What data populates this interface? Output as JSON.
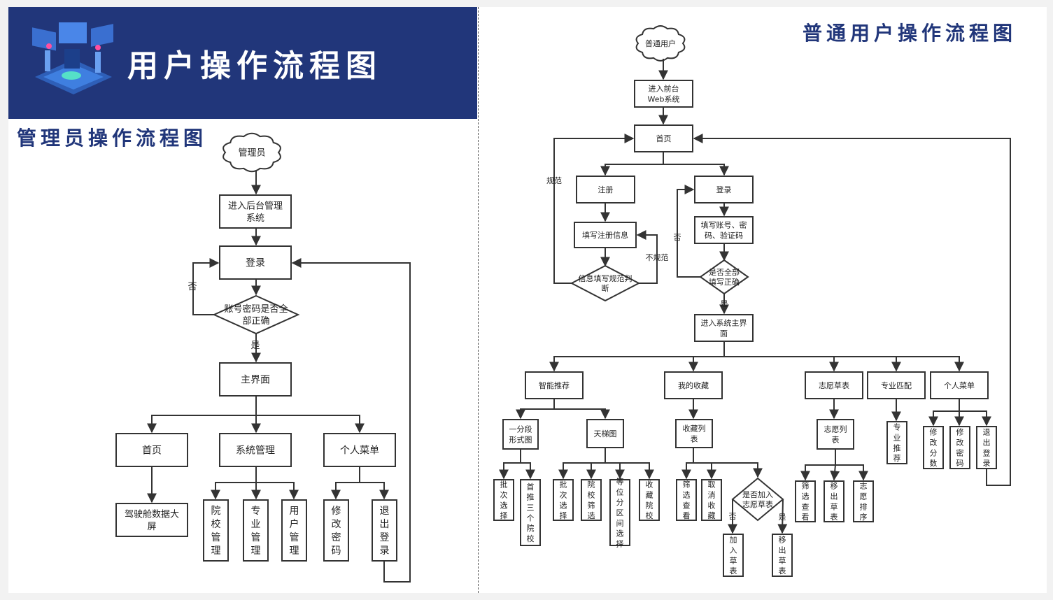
{
  "banner": {
    "title": "用户操作流程图"
  },
  "admin": {
    "heading": "管理员操作流程图",
    "nodes": {
      "start": "管理员",
      "enter": "进入后台管理\n系统",
      "login": "登录",
      "check": "账号密码是否全\n部正确",
      "main": "主界面",
      "home": "首页",
      "system": "系统管理",
      "menu": "个人菜单",
      "cockpit": "驾驶舱数据大\n屏",
      "college": "院校管理",
      "major": "专业管理",
      "usermgmt": "用户管理",
      "pwd": "修改密码",
      "logout": "退出登录"
    },
    "labels": {
      "no": "否",
      "yes": "是"
    }
  },
  "user": {
    "heading": "普通用户操作流程图",
    "nodes": {
      "start": "普通用户",
      "enter": "进入前台\nWeb系统",
      "home": "首页",
      "register": "注册",
      "fillreg": "填写注册信息",
      "regcheck": "信息填写规范判\n断",
      "login": "登录",
      "fillacc": "填写账号、密\n码、验证码",
      "acccheck": "是否全部\n填写正确",
      "mainui": "进入系统主界\n面",
      "smart": "智能推荐",
      "fav": "我的收藏",
      "draft": "志愿草表",
      "match": "专业匹配",
      "menu": "个人菜单",
      "segment": "一分段\n形式图",
      "ladder": "天梯图",
      "favlist": "收藏列\n表",
      "draftlist": "志愿列\n表",
      "majorrec": "专业推荐",
      "editscore": "修改分数",
      "editpwd": "修改密码",
      "logout": "退出登录",
      "batch1": "批次选择",
      "top3": "首推三个院校",
      "batch2": "批次选择",
      "schoolfilter": "院校筛选",
      "equiv": "等位分区间选择",
      "favschool": "收藏院校",
      "filterview": "筛选查看",
      "unfav": "取消收藏",
      "addcheck": "是否加入\n志愿草表",
      "adddraft": "加入草表",
      "removedraft": "移出草表",
      "filterview2": "筛选查看",
      "removedraft2": "移出草表",
      "sort": "志愿排序"
    },
    "labels": {
      "standard": "规范",
      "nonstandard": "不规范",
      "no": "否",
      "yes": "是",
      "no2": "否",
      "yes2": "是"
    }
  },
  "colors": {
    "banner": "#21367a",
    "heading": "#21367a",
    "line": "#333333"
  }
}
